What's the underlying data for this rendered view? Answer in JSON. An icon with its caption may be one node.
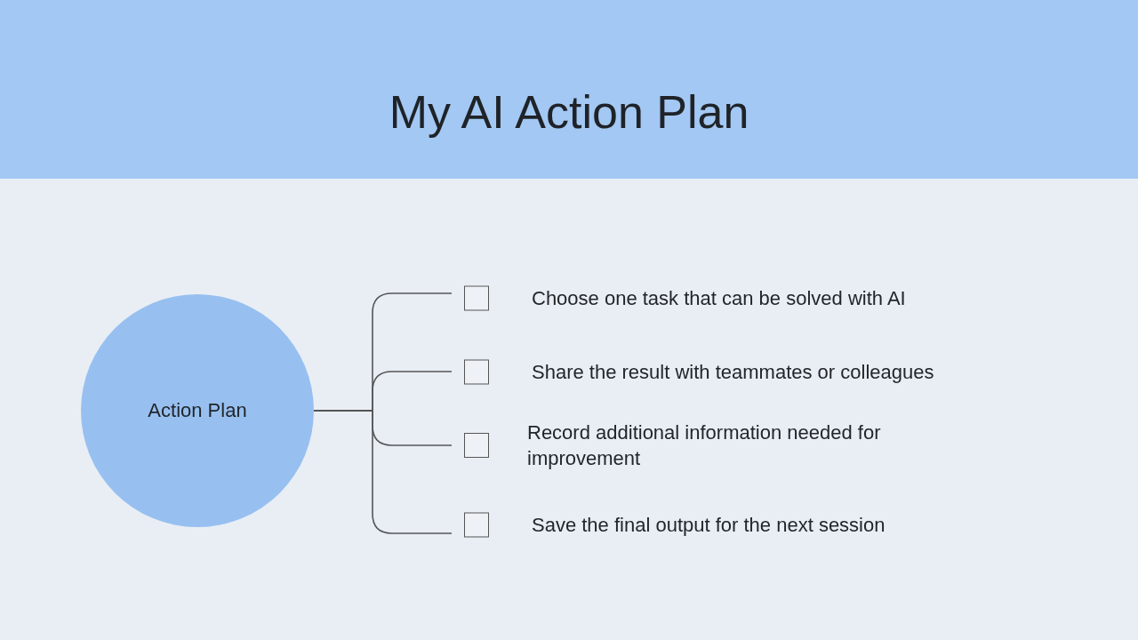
{
  "diagram": {
    "title": "My AI Action Plan",
    "nodes": [
      {
        "text": [
          "Action Plan"
        ]
      },
      {
        "text": [
          "Choose one task that can be solved with AI"
        ]
      },
      {
        "text": [
          "Share the result with teammates or colleagues"
        ]
      },
      {
        "text": [
          "Record additional information needed for improvement"
        ]
      },
      {
        "text": [
          "Save the final output for the next session"
        ]
      }
    ],
    "edges": [
      {
        "from": 0,
        "to": 1,
        "arrow": "none"
      },
      {
        "from": 0,
        "to": 2,
        "arrow": "none"
      },
      {
        "from": 0,
        "to": 3,
        "arrow": "none"
      },
      {
        "from": 0,
        "to": 4,
        "arrow": "none"
      }
    ],
    "labels": []
  }
}
